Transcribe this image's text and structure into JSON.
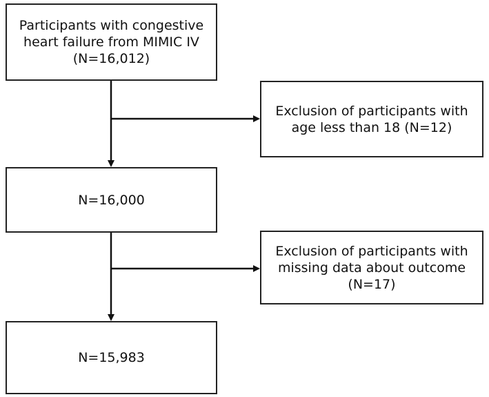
{
  "boxes": {
    "start": {
      "lines": [
        "Participants with congestive",
        "heart failure from MIMIC IV",
        "(N=16,012)"
      ]
    },
    "exclusion_age": {
      "lines": [
        "Exclusion of participants with",
        "age less than 18 (N=12)"
      ]
    },
    "after_age": {
      "lines": [
        "N=16,000"
      ]
    },
    "exclusion_outcome": {
      "lines": [
        "Exclusion of participants with",
        "missing data about outcome",
        "(N=17)"
      ]
    },
    "final": {
      "lines": [
        "N=15,983"
      ]
    }
  },
  "colors": {
    "border": "#222222",
    "arrow": "#111111",
    "background": "#ffffff"
  }
}
